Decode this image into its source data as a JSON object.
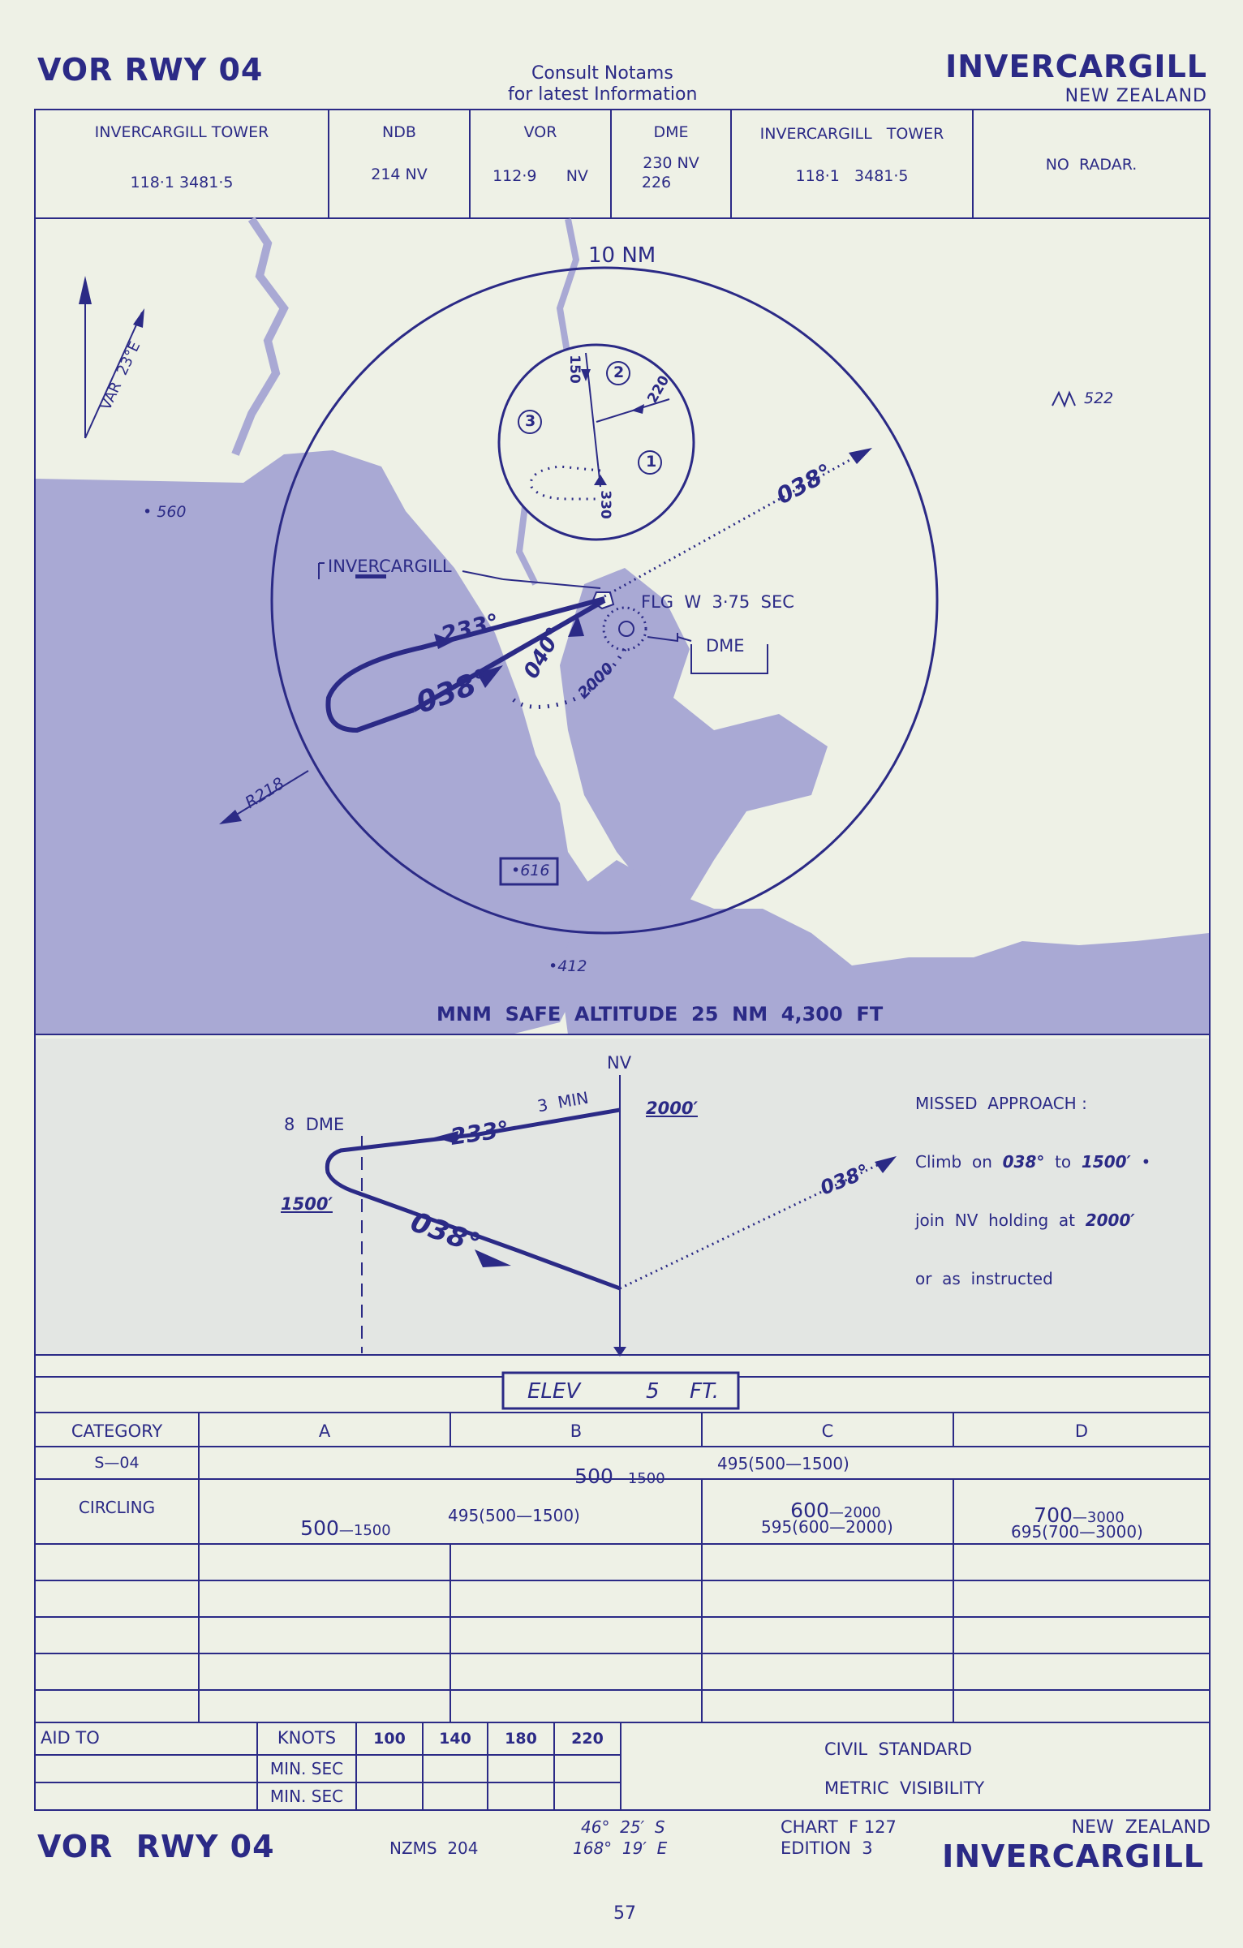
{
  "header": {
    "procedure": "VOR RWY 04",
    "notam_line1": "Consult  Notams",
    "notam_line2": "for  latest  Information",
    "airport": "INVERCARGILL",
    "country": "NEW  ZEALAND"
  },
  "comms": [
    {
      "name": "INVERCARGILL TOWER",
      "value": "118·1  3481·5"
    },
    {
      "name": "NDB",
      "value": "214  NV"
    },
    {
      "name": "VOR",
      "value": "112·9      NV"
    },
    {
      "name": "DME",
      "value1": "230  NV",
      "value2": "226"
    },
    {
      "name": "INVERCARGILL   TOWER",
      "value": "118·1   3481·5"
    },
    {
      "name": "",
      "value": "NO  RADAR."
    }
  ],
  "plan": {
    "ring_label": "10 NM",
    "variation": "VAR  23°E",
    "spot_560": "• 560",
    "spot_522": "522",
    "spot_616": "•616",
    "spot_412": "•412",
    "town": "INVERCARGILL",
    "light": "FLG  W  3·75  SEC",
    "dme": "DME",
    "track_outbound": "038°",
    "track_inbound": "233°",
    "track_final": "038°",
    "track_040": "040°",
    "alt_2000": "2000",
    "radial": "R218",
    "hold_150": "150",
    "hold_220": "220",
    "hold_330": "330",
    "hold_n1": "1",
    "hold_n2": "2",
    "hold_n3": "3",
    "msa": "MNM  SAFE  ALTITUDE  25  NM  4,300  FT",
    "colors": {
      "ink": "#2b2a86",
      "water": "#a9a9d4",
      "paper": "#eef1e6"
    }
  },
  "profile": {
    "nv": "NV",
    "dme8": "8  DME",
    "min3": "3  MIN",
    "alt2000": "2000′",
    "alt1500": "1500′",
    "track233": "233°",
    "track038": "038°",
    "track038b": "038°",
    "missed_title": "MISSED  APPROACH :",
    "missed_l1_a": "Climb  on  ",
    "missed_l1_b": "038°",
    "missed_l1_c": "  to  ",
    "missed_l1_d": "1500′",
    "missed_l1_e": "  •",
    "missed_l2_a": "join  NV  holding  at  ",
    "missed_l2_b": "2000′",
    "missed_l3": "or  as  instructed"
  },
  "elevation": {
    "label": "ELEV",
    "value": "5",
    "unit": "FT."
  },
  "minima": {
    "headers": [
      "CATEGORY",
      "A",
      "B",
      "C",
      "D"
    ],
    "s04_label": "S—04",
    "s04_big": "500",
    "s04_range": "—1500",
    "s04_alt": "495(500—1500)",
    "circ_label": "CIRCLING",
    "circ_ab_big": "500",
    "circ_ab_range": "—1500",
    "circ_ab_alt": "495(500—1500)",
    "circ_c_big": "600",
    "circ_c_range": "—2000",
    "circ_c_alt": "595(600—2000)",
    "circ_d_big": "700",
    "circ_d_range": "—3000",
    "circ_d_alt": "695(700—3000)"
  },
  "timing": {
    "aid_to": "AID TO",
    "knots": "KNOTS",
    "speeds": [
      "100",
      "140",
      "180",
      "220"
    ],
    "minsec1": "MIN. SEC",
    "minsec2": "MIN. SEC",
    "civil": "CIVIL  STANDARD",
    "metric": "METRIC  VISIBILITY"
  },
  "footer": {
    "procedure": "VOR  RWY 04",
    "nzms": "NZMS  204",
    "lat": "46°  25′  S",
    "lon": "168°  19′  E",
    "chart": "CHART  F 127",
    "edition": "EDITION  3",
    "country": "NEW  ZEALAND",
    "airport": "INVERCARGILL",
    "page": "57"
  }
}
